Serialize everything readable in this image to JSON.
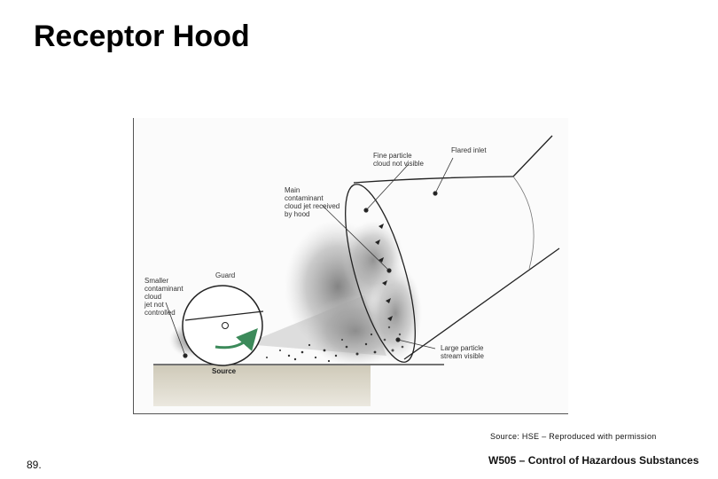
{
  "slide": {
    "title": "Receptor Hood",
    "source": "Source: HSE – Reproduced with permission",
    "page_number": "89.",
    "footer": "W505 – Control of Hazardous Substances"
  },
  "diagram": {
    "labels": {
      "flared_inlet": "Flared inlet",
      "fine_particle": [
        "Fine particle",
        "cloud not visible"
      ],
      "main_cloud": [
        "Main",
        "contaminant",
        "cloud jet received",
        "by hood"
      ],
      "guard": "Guard",
      "smaller_cloud": [
        "Smaller",
        "contaminant",
        "cloud",
        "jet not",
        "controlled"
      ],
      "large_particle": [
        "Large particle",
        "stream visible"
      ],
      "source": "Source"
    },
    "colors": {
      "ground": "#d8d4c8",
      "cloud": "#8a8a8a",
      "arrow_green": "#3c8a5a",
      "line": "#222222"
    }
  }
}
